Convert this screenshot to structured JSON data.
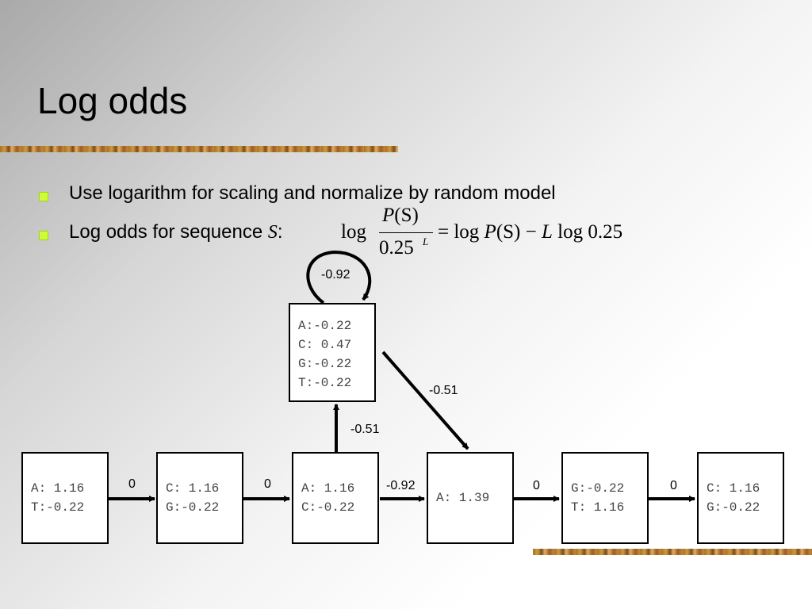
{
  "slide": {
    "title": "Log odds",
    "bullets": [
      "Use logarithm for scaling and normalize by random model",
      "Log odds for sequence "
    ],
    "sequence_var": "S",
    "sequence_colon": ":"
  },
  "formula": {
    "log1": "log",
    "numerator_p": "P",
    "numerator_args": "(S)",
    "denominator": "0.25",
    "denominator_exp": "L",
    "rhs_eq_log": "= log ",
    "rhs_p": "P",
    "rhs_args": "(S) − ",
    "rhs_l": "L",
    "rhs_tail": " log 0.25"
  },
  "states": {
    "insert": [
      "A:-0.22",
      "C: 0.47",
      "G:-0.22",
      "T:-0.22"
    ],
    "m1": [
      "A: 1.16",
      "T:-0.22"
    ],
    "m2": [
      "C: 1.16",
      "G:-0.22"
    ],
    "m3": [
      "A: 1.16",
      "C:-0.22"
    ],
    "m4": [
      "A: 1.39"
    ],
    "m5": [
      "G:-0.22",
      "T: 1.16"
    ],
    "m6": [
      "C: 1.16",
      "G:-0.22"
    ]
  },
  "transitions": {
    "insert_self_loop": "-0.92",
    "insert_to_m4": "-0.51",
    "m3_to_insert": "-0.51",
    "m1_to_m2": "0",
    "m2_to_m3": "0",
    "m3_to_m4": "-0.92",
    "m4_to_m5": "0",
    "m5_to_m6": "0"
  }
}
